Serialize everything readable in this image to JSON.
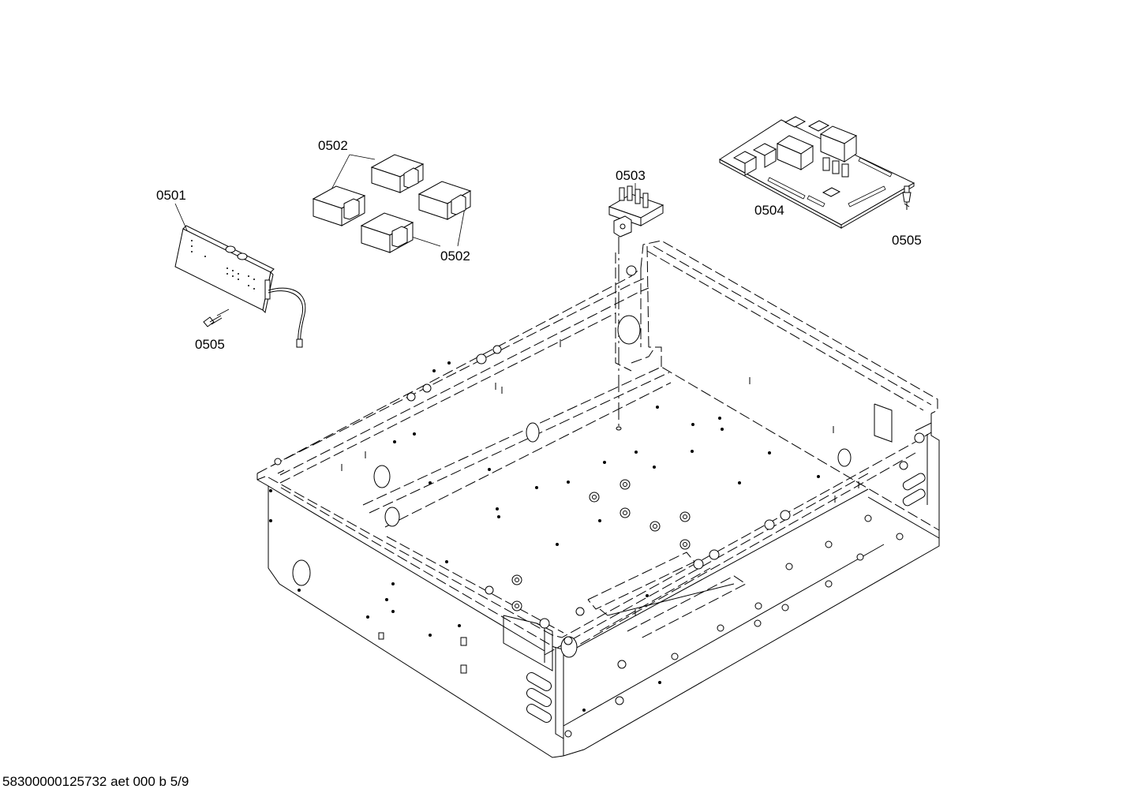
{
  "document": {
    "footer_code": "58300000125732 aet 000 b 5/9"
  },
  "callouts": {
    "c0501": "0501",
    "c0502_top": "0502",
    "c0502_bottom": "0502",
    "c0503": "0503",
    "c0504": "0504",
    "c0505_right": "0505",
    "c0505_left": "0505"
  }
}
